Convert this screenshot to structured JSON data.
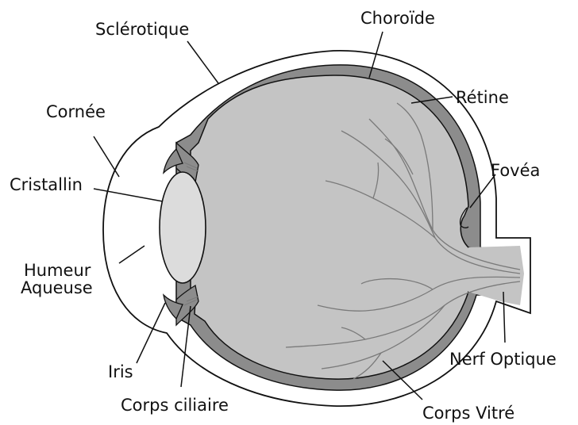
{
  "labels": {
    "sclerotique": "Sclérotique",
    "choroide": "Choroïde",
    "retine": "Rétine",
    "cornee": "Cornée",
    "cristallin": "Cristallin",
    "fovea": "Fovéa",
    "humeur_line1": "Humeur",
    "humeur_line2": "Aqueuse",
    "iris": "Iris",
    "nerf_optique": "Nerf Optique",
    "corps_ciliaire": "Corps ciliaire",
    "corps_vitre": "Corps Vitré"
  },
  "colors": {
    "background": "#ffffff",
    "sclera": "#ffffff",
    "choroid": "#8c8c8c",
    "retina_vitreous": "#c4c4c4",
    "lens": "#dcdcdc",
    "outline": "#111111",
    "vessels": "#7a7a7a"
  }
}
